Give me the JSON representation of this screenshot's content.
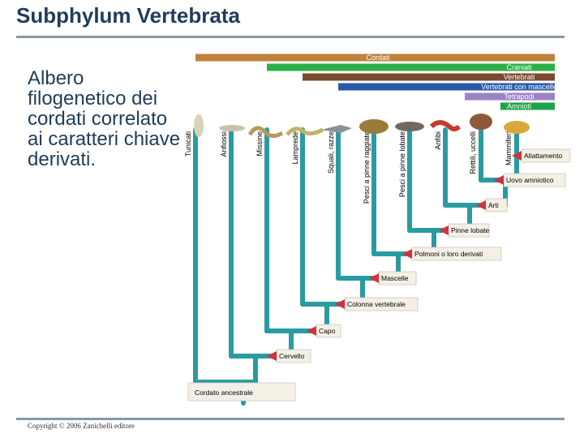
{
  "slide": {
    "title": "Subphylum Vertebrata",
    "description": "Albero filogenetico dei cordati correlato ai caratteri chiave derivati.",
    "copyright": "Copyright © 2006 Zanichelli editore"
  },
  "clade_bars": [
    {
      "label": "Cordati",
      "color": "#c0813c"
    },
    {
      "label": "Craniati",
      "color": "#2bb04a"
    },
    {
      "label": "Vertebrati",
      "color": "#7a4a2e"
    },
    {
      "label": "Vertebrati con mascelle",
      "color": "#2a5aa8"
    },
    {
      "label": "Tetrapodi",
      "color": "#9b84c4"
    },
    {
      "label": "Amnioti",
      "color": "#1fa34a"
    }
  ],
  "taxa": [
    "Tunicati",
    "Anfiossi",
    "Missine",
    "Lamprede",
    "Squali, razze",
    "Pesci a pinne raggiate",
    "Pesci a pinne lobate",
    "Anfibi",
    "Rettili, uccelli",
    "Mammiferi"
  ],
  "characters": [
    "Allattamento",
    "Uovo amniotico",
    "Arti",
    "Pinne lobate",
    "Polmoni o loro derivati",
    "Mascelle",
    "Colonna vertebrale",
    "Capo",
    "Cervello"
  ],
  "root_label": "Cordato ancestrale",
  "colors": {
    "tree": "#2a9ba2",
    "arrow": "#d0343d",
    "title": "#1f3c5a",
    "rule": "#8a97a6"
  },
  "icons": [
    "tunicate-icon",
    "lancelet-icon",
    "hagfish-icon",
    "lamprey-icon",
    "shark-icon",
    "ray-finned-fish-icon",
    "lobe-finned-fish-icon",
    "amphibian-icon",
    "reptile-bird-icon",
    "mammal-icon"
  ]
}
